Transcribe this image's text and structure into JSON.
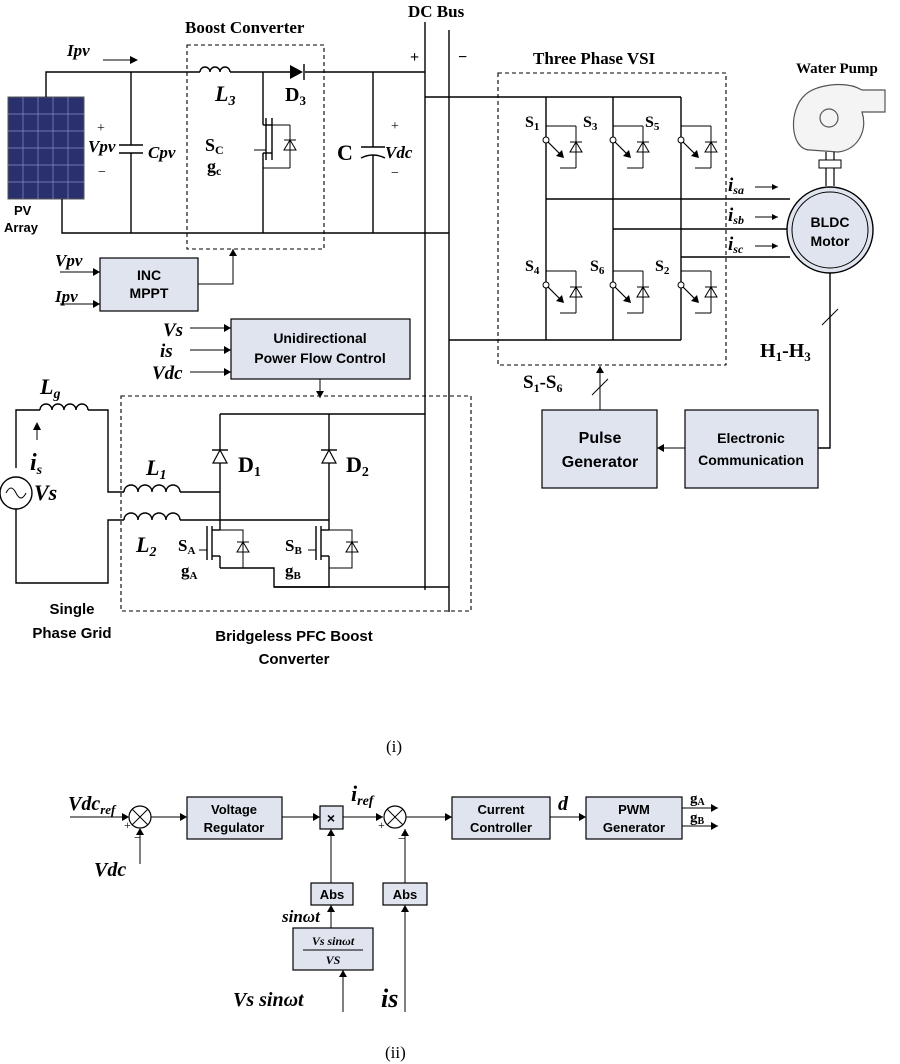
{
  "part1": {
    "boost_converter_title": "Boost Converter",
    "dc_bus_label": "DC Bus",
    "three_phase_vsi_title": "Three Phase VSI",
    "water_pump_label": "Water Pump",
    "ipv_arrow": "Ipv",
    "pv_array_label_1": "PV",
    "pv_array_label_2": "Array",
    "vpv_label": "Vpv",
    "cpv_label": "Cpv",
    "plus": "+",
    "minus": "−",
    "l3_label": "L",
    "l3_sub": "3",
    "d3_label": "D",
    "d3_sub": "3",
    "sc_label": "S",
    "sc_sub": "C",
    "gc_label": "g",
    "gc_sub": "c",
    "c_label": "C",
    "vdc_label": "Vdc",
    "inc_mppt_line1": "INC",
    "inc_mppt_line2": "MPPT",
    "mppt_in_vpv": "Vpv",
    "mppt_in_ipv": "Ipv",
    "unidirectional_line1": "Unidirectional",
    "unidirectional_line2": "Power Flow Control",
    "pfc_in_vs": "Vs",
    "pfc_in_is": "is",
    "pfc_in_vdc": "Vdc",
    "switches": [
      {
        "label": "S",
        "sub": "1"
      },
      {
        "label": "S",
        "sub": "3"
      },
      {
        "label": "S",
        "sub": "5"
      },
      {
        "label": "S",
        "sub": "4"
      },
      {
        "label": "S",
        "sub": "6"
      },
      {
        "label": "S",
        "sub": "2"
      }
    ],
    "isa": "i",
    "isa_sub": "sa",
    "isb": "i",
    "isb_sub": "sb",
    "isc": "i",
    "isc_sub": "sc",
    "bldc_line1": "BLDC",
    "bldc_line2": "Motor",
    "hall_label": "H",
    "hall_sub1": "1",
    "hall_mid": "-H",
    "hall_sub2": "3",
    "s1s6_label": "S",
    "s1s6_sub1": "1",
    "s1s6_mid": "-S",
    "s1s6_sub2": "6",
    "pulse_line1": "Pulse",
    "pulse_line2": "Generator",
    "electronic_line1": "Electronic",
    "electronic_line2": "Communication",
    "lg_label": "L",
    "lg_sub": "g",
    "grid_is": "i",
    "grid_is_sub": "s",
    "grid_vs": "Vs",
    "l1_label": "L",
    "l1_sub": "1",
    "l2_label": "L",
    "l2_sub": "2",
    "d1_label": "D",
    "d1_sub": "1",
    "d2_label": "D",
    "d2_sub": "2",
    "sa_label": "S",
    "sa_sub": "A",
    "ga_label": "g",
    "ga_sub": "A",
    "sb_label": "S",
    "sb_sub": "B",
    "gb_label": "g",
    "gb_sub": "B",
    "single_phase_line1": "Single",
    "single_phase_line2": "Phase Grid",
    "bridgeless_line1": "Bridgeless PFC Boost",
    "bridgeless_line2": "Converter",
    "caption": "(i)"
  },
  "part2": {
    "vdcref": "Vdc",
    "vdcref_sub": "ref",
    "vdc_feedback": "Vdc",
    "voltage_regulator_line1": "Voltage",
    "voltage_regulator_line2": "Regulator",
    "multiply": "×",
    "iref": "i",
    "iref_sub": "ref",
    "current_controller_line1": "Current",
    "current_controller_line2": "Controller",
    "d_label": "d",
    "pwm_line1": "PWM",
    "pwm_line2": "Generator",
    "ga_out": "g",
    "ga_out_sub": "A",
    "gb_out": "g",
    "gb_out_sub": "B",
    "abs1": "Abs",
    "abs2": "Abs",
    "sinwt": "sinωt",
    "norm_num": "Vs sinωt",
    "norm_den": "VS",
    "vs_sinwt_input": "Vs sinωt",
    "is_input": "is",
    "plus": "+",
    "minus": "−",
    "caption": "(ii)"
  }
}
